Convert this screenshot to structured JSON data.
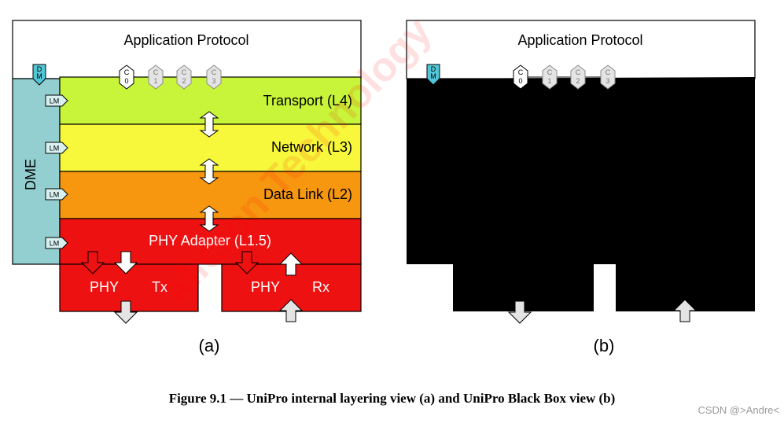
{
  "diagram_a": {
    "app_protocol": "Application Protocol",
    "dme": "DME",
    "dm_top": "D",
    "dm_bottom": "M",
    "lm": "LM",
    "cports": [
      {
        "top": "C",
        "bottom": "0"
      },
      {
        "top": "C",
        "bottom": "1"
      },
      {
        "top": "C",
        "bottom": "2"
      },
      {
        "top": "C",
        "bottom": "3"
      }
    ],
    "layers": {
      "transport": "Transport (L4)",
      "network": "Network (L3)",
      "datalink": "Data Link (L2)",
      "phy_adapter": "PHY Adapter (L1.5)"
    },
    "phy_tx": {
      "label": "PHY",
      "dir": "Tx"
    },
    "phy_rx": {
      "label": "PHY",
      "dir": "Rx"
    },
    "label": "(a)"
  },
  "diagram_b": {
    "app_protocol": "Application Protocol",
    "dm_top": "D",
    "dm_bottom": "M",
    "cports": [
      {
        "top": "C",
        "bottom": "0"
      },
      {
        "top": "C",
        "bottom": "1"
      },
      {
        "top": "C",
        "bottom": "2"
      },
      {
        "top": "C",
        "bottom": "3"
      }
    ],
    "label": "(b)"
  },
  "watermark": "Micron Technology",
  "caption": "Figure 9.1 — UniPro internal layering view (a) and UniPro Black Box view (b)",
  "credit": "CSDN @>Andre<",
  "colors": {
    "transport": "#c8f53a",
    "network": "#f7f73c",
    "datalink": "#f7960f",
    "phy_adapter": "#ee1111",
    "phy": "#ee1111",
    "dme": "#93cfd0",
    "black_box": "#000000",
    "arrow_fill": "#e4e4e4",
    "dm_fill": "#52c6d6"
  }
}
